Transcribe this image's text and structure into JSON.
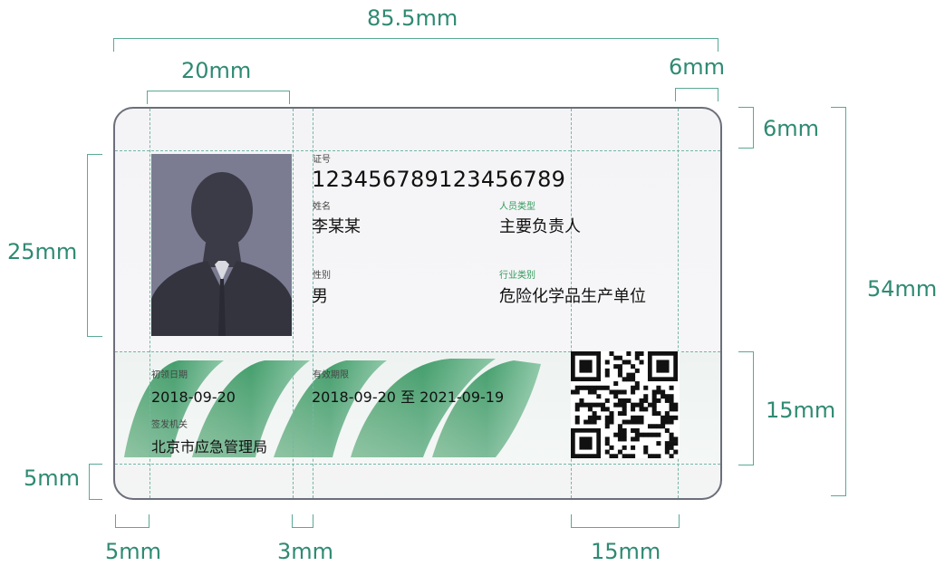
{
  "dimensions": {
    "card_width": "85.5mm",
    "card_height": "54mm",
    "photo_width": "20mm",
    "photo_height": "25mm",
    "top_margin": "6mm",
    "right_margin": "6mm",
    "bottom_band": "15mm",
    "bottom_margin": "5mm",
    "left_margin": "5mm",
    "gap": "3mm",
    "qr_width": "15mm"
  },
  "card": {
    "cert_no_label": "证号",
    "cert_no": "123456789123456789",
    "name_label": "姓名",
    "name": "李某某",
    "person_type_label": "人员类型",
    "person_type": "主要负责人",
    "gender_label": "性别",
    "gender": "男",
    "industry_label": "行业类别",
    "industry": "危险化学品生产单位",
    "first_issue_label": "初领日期",
    "first_issue_date": "2018-09-20",
    "validity_label": "有效期限",
    "validity_range": "2018-09-20 至 2021-09-19",
    "issuer_label": "签发机关",
    "issuer": "北京市应急管理局"
  },
  "colors": {
    "dimension_text": "#2f8a73",
    "guide_line": "#74b7a6",
    "photo_bg": "#7c7d93",
    "band_green": "#3f9b68"
  },
  "icons": [
    "person-silhouette-icon",
    "qr-code-icon",
    "wave-band-graphic"
  ]
}
